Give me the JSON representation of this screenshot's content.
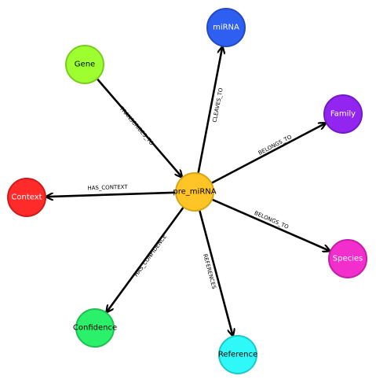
{
  "center": {
    "id": "pre_miRNA",
    "label": "pre_miRNA",
    "color": "#ffc425",
    "border": "#d9a316",
    "text_dark": true
  },
  "nodes": [
    {
      "id": "miRNA",
      "label": "miRNA",
      "color": "#2f5ff0",
      "border": "#2449c4"
    },
    {
      "id": "Gene",
      "label": "Gene",
      "color": "#9dff2f",
      "border": "#7acb21",
      "text_dark": true
    },
    {
      "id": "Family",
      "label": "Family",
      "color": "#9226f0",
      "border": "#7218c4"
    },
    {
      "id": "Context",
      "label": "Context",
      "color": "#ff2a2a",
      "border": "#cc1c1c"
    },
    {
      "id": "Species",
      "label": "Species",
      "color": "#f22fcc",
      "border": "#c41ea6"
    },
    {
      "id": "Confidence",
      "label": "Confidence",
      "color": "#2bf06a",
      "border": "#1fbf51",
      "text_dark": true
    },
    {
      "id": "Reference",
      "label": "Reference",
      "color": "#2ff8f8",
      "border": "#20c8c8",
      "text_dark": true
    }
  ],
  "edges": [
    {
      "from": "pre_miRNA",
      "to": "miRNA",
      "label": "CLEAVES_TO"
    },
    {
      "from": "Gene",
      "to": "pre_miRNA",
      "label": "TRANSCRIBES_TO"
    },
    {
      "from": "pre_miRNA",
      "to": "Family",
      "label": "BELONGS_TO"
    },
    {
      "from": "pre_miRNA",
      "to": "Context",
      "label": "HAS_CONTEXT"
    },
    {
      "from": "pre_miRNA",
      "to": "Species",
      "label": "BELONGS_TO"
    },
    {
      "from": "pre_miRNA",
      "to": "Confidence",
      "label": "HAS_CONFIDENCE"
    },
    {
      "from": "pre_miRNA",
      "to": "Reference",
      "label": "REFERENCES"
    }
  ]
}
